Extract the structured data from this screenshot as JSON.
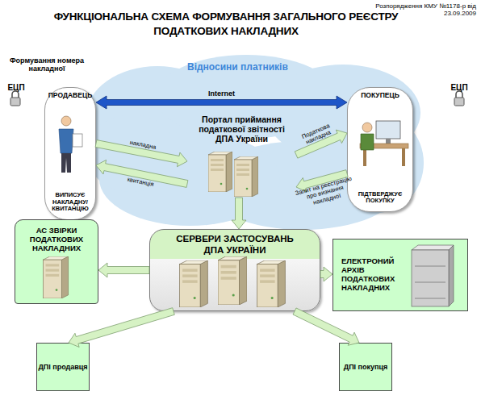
{
  "diagram": {
    "title": "ФУНКЦІОНАЛЬНА СХЕМА ФОРМУВАННЯ ЗАГАЛЬНОГО РЕЄСТРУ ПОДАТКОВИХ НАКЛАДНИХ",
    "nodes": [
      {
        "text": [
          "Відносини платників"
        ]
      },
      {
        "text": [
          "ПРОДАВЕЦЬ",
          "ВИПИСУЄ НАКЛАДНУ/ КВИТАНЦІЮ"
        ]
      },
      {
        "text": [
          "Портал приймання податкової звітності ДПА України"
        ],
        "in": 0
      },
      {
        "text": [
          "ПОКУПЕЦЬ",
          "ПІДТВЕРДЖУЄ ПОКУПКУ"
        ]
      },
      {
        "text": [
          "АС ЗВІРКИ ПОДАТКОВИХ НАКЛАДНИХ"
        ]
      },
      {
        "text": [
          "СЕРВЕРИ ЗАСТОСУВАНЬ ДПА УКРАЇНИ"
        ]
      },
      {
        "text": [
          "ЕЛЕКТРОНИЙ АРХІВ ПОДАТКОВИХ НАКЛАДНИХ"
        ]
      },
      {
        "text": [
          "ДПІ продавця"
        ]
      },
      {
        "text": [
          "ДПІ покупця"
        ]
      }
    ],
    "edges": [
      {
        "from": 1,
        "to": 3,
        "arrow": "both",
        "label": "Internet"
      },
      {
        "from": 1,
        "to": 2,
        "arrow": "to",
        "label": "накладна"
      },
      {
        "from": 2,
        "to": 1,
        "arrow": "to",
        "label": "квитанція"
      },
      {
        "from": 2,
        "to": 3,
        "arrow": "to",
        "label": "Податкова накладна"
      },
      {
        "from": 3,
        "to": 2,
        "arrow": "to",
        "label": "Запит на реєстрацію про визнання накладної"
      },
      {
        "from": 2,
        "to": 5,
        "arrow": "to"
      },
      {
        "from": 5,
        "to": 4,
        "arrow": "to"
      },
      {
        "from": 5,
        "to": 6,
        "arrow": "to"
      },
      {
        "from": 5,
        "to": 7,
        "arrow": "to"
      },
      {
        "from": 5,
        "to": 8,
        "arrow": "to"
      }
    ],
    "labels": [
      "Розпорядження КМУ №1178-р від 23.09.2009",
      "Формування номера накладної",
      "ЕЦП",
      "ЕЦП"
    ]
  }
}
